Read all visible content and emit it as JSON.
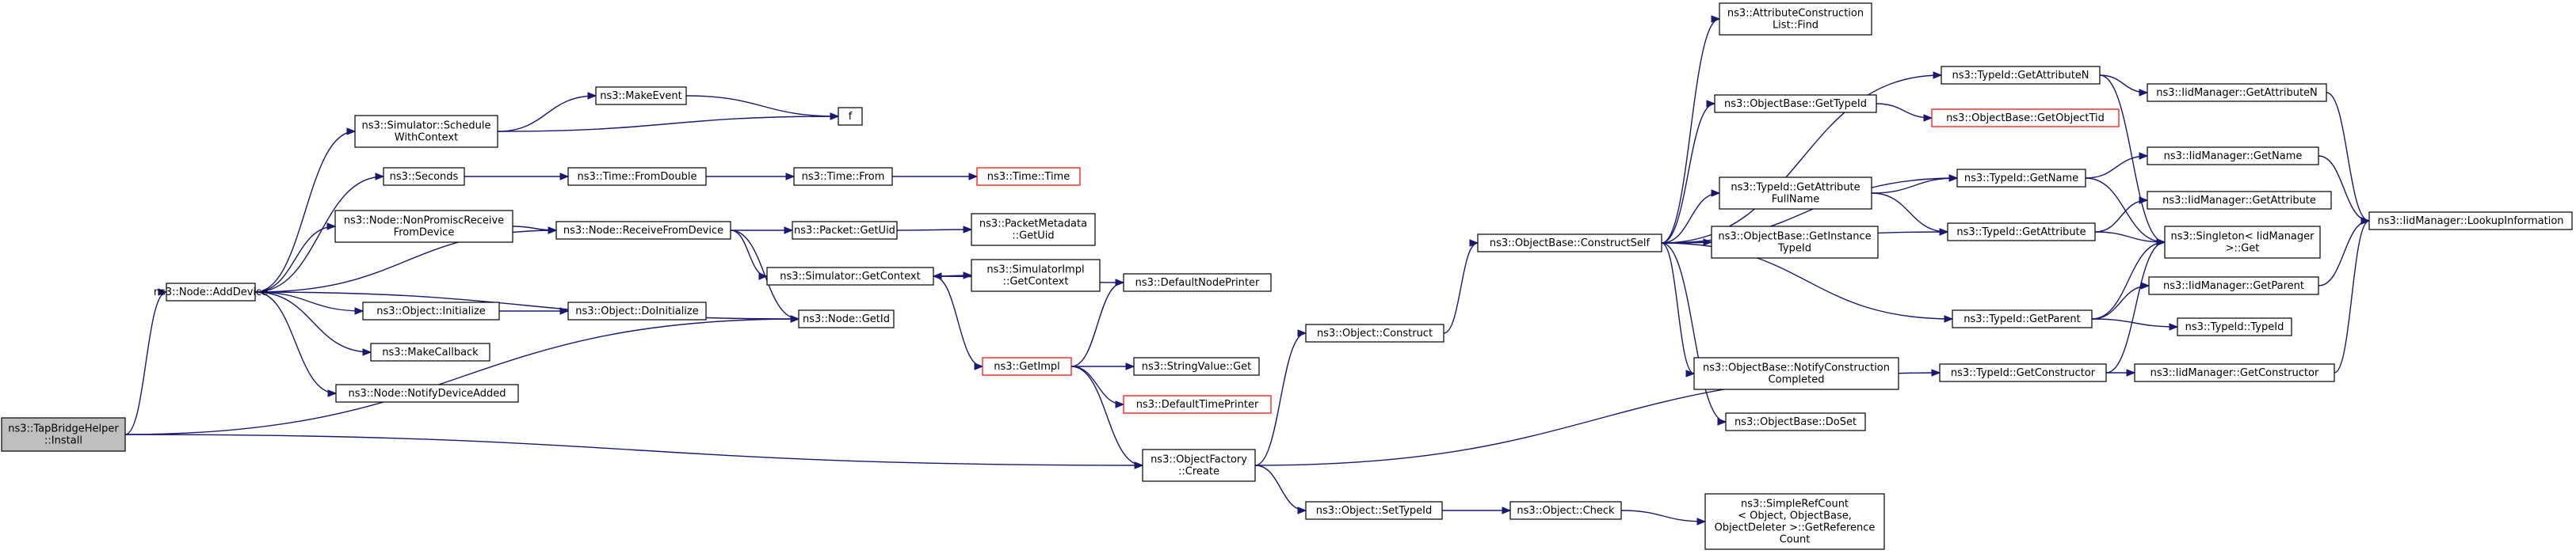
{
  "graph": {
    "colors": {
      "edge": "#191970",
      "normal_border": "#000000",
      "truncated_border": "#ff0000",
      "root_fill": "#bfbfbf",
      "fill": "#ffffff"
    },
    "nodes": [
      {
        "id": "install",
        "lines": [
          "ns3::TapBridgeHelper",
          "::Install"
        ],
        "root": true
      },
      {
        "id": "adddevice",
        "lines": [
          "ns3::Node::AddDevice"
        ]
      },
      {
        "id": "schedctx",
        "lines": [
          "ns3::Simulator::Schedule",
          "WithContext"
        ]
      },
      {
        "id": "makeevent",
        "lines": [
          "ns3::MakeEvent"
        ]
      },
      {
        "id": "f",
        "lines": [
          "f"
        ]
      },
      {
        "id": "seconds",
        "lines": [
          "ns3::Seconds"
        ]
      },
      {
        "id": "fromdouble",
        "lines": [
          "ns3::Time::FromDouble"
        ]
      },
      {
        "id": "timefrom",
        "lines": [
          "ns3::Time::From"
        ]
      },
      {
        "id": "timetime",
        "lines": [
          "ns3::Time::Time"
        ],
        "truncated": true
      },
      {
        "id": "nonpromisc",
        "lines": [
          "ns3::Node::NonPromiscReceive",
          "FromDevice"
        ]
      },
      {
        "id": "receivefrom",
        "lines": [
          "ns3::Node::ReceiveFromDevice"
        ]
      },
      {
        "id": "packetgetuid",
        "lines": [
          "ns3::Packet::GetUid"
        ]
      },
      {
        "id": "metagetuid",
        "lines": [
          "ns3::PacketMetadata",
          "::GetUid"
        ]
      },
      {
        "id": "simgetctx",
        "lines": [
          "ns3::Simulator::GetContext"
        ]
      },
      {
        "id": "simimplctx",
        "lines": [
          "ns3::SimulatorImpl",
          "::GetContext"
        ]
      },
      {
        "id": "objinit",
        "lines": [
          "ns3::Object::Initialize"
        ]
      },
      {
        "id": "objdoinit",
        "lines": [
          "ns3::Object::DoInitialize"
        ]
      },
      {
        "id": "nodegetid",
        "lines": [
          "ns3::Node::GetId"
        ]
      },
      {
        "id": "makecallback",
        "lines": [
          "ns3::MakeCallback"
        ]
      },
      {
        "id": "notifydev",
        "lines": [
          "ns3::Node::NotifyDeviceAdded"
        ]
      },
      {
        "id": "defnodeprinter",
        "lines": [
          "ns3::DefaultNodePrinter"
        ]
      },
      {
        "id": "getimpl",
        "lines": [
          "ns3::GetImpl"
        ],
        "truncated": true
      },
      {
        "id": "stringget",
        "lines": [
          "ns3::StringValue::Get"
        ]
      },
      {
        "id": "deftimeprinter",
        "lines": [
          "ns3::DefaultTimePrinter"
        ],
        "truncated": true
      },
      {
        "id": "objfactory",
        "lines": [
          "ns3::ObjectFactory",
          "::Create"
        ]
      },
      {
        "id": "objconstruct",
        "lines": [
          "ns3::Object::Construct"
        ]
      },
      {
        "id": "objsettypeid",
        "lines": [
          "ns3::Object::SetTypeId"
        ]
      },
      {
        "id": "objcheck",
        "lines": [
          "ns3::Object::Check"
        ]
      },
      {
        "id": "simpleref",
        "lines": [
          "ns3::SimpleRefCount",
          "< Object, ObjectBase,",
          "ObjectDeleter >::GetReference",
          "Count"
        ]
      },
      {
        "id": "constructself",
        "lines": [
          "ns3::ObjectBase::ConstructSelf"
        ]
      },
      {
        "id": "attrfind",
        "lines": [
          "ns3::AttributeConstruction",
          "List::Find"
        ]
      },
      {
        "id": "obgettypeid",
        "lines": [
          "ns3::ObjectBase::GetTypeId"
        ]
      },
      {
        "id": "obgetobjtid",
        "lines": [
          "ns3::ObjectBase::GetObjectTid"
        ],
        "truncated": true
      },
      {
        "id": "getattrfull",
        "lines": [
          "ns3::TypeId::GetAttribute",
          "FullName"
        ]
      },
      {
        "id": "obinstancetid",
        "lines": [
          "ns3::ObjectBase::GetInstance",
          "TypeId"
        ]
      },
      {
        "id": "notifyconstr",
        "lines": [
          "ns3::ObjectBase::NotifyConstruction",
          "Completed"
        ]
      },
      {
        "id": "doset",
        "lines": [
          "ns3::ObjectBase::DoSet"
        ]
      },
      {
        "id": "tidgetattrn",
        "lines": [
          "ns3::TypeId::GetAttributeN"
        ]
      },
      {
        "id": "tidgetname",
        "lines": [
          "ns3::TypeId::GetName"
        ]
      },
      {
        "id": "tidgetattr",
        "lines": [
          "ns3::TypeId::GetAttribute"
        ]
      },
      {
        "id": "tidgetparent",
        "lines": [
          "ns3::TypeId::GetParent"
        ]
      },
      {
        "id": "tidgetctor",
        "lines": [
          "ns3::TypeId::GetConstructor"
        ]
      },
      {
        "id": "singleton",
        "lines": [
          "ns3::Singleton< IidManager",
          ">::Get"
        ]
      },
      {
        "id": "iidattrn",
        "lines": [
          "ns3::IidManager::GetAttributeN"
        ]
      },
      {
        "id": "iidname",
        "lines": [
          "ns3::IidManager::GetName"
        ]
      },
      {
        "id": "iidattr",
        "lines": [
          "ns3::IidManager::GetAttribute"
        ]
      },
      {
        "id": "iidparent",
        "lines": [
          "ns3::IidManager::GetParent"
        ]
      },
      {
        "id": "tidtypeid",
        "lines": [
          "ns3::TypeId::TypeId"
        ]
      },
      {
        "id": "iidctor",
        "lines": [
          "ns3::IidManager::GetConstructor"
        ]
      },
      {
        "id": "lookup",
        "lines": [
          "ns3::IidManager::LookupInformation"
        ]
      }
    ],
    "edges": [
      [
        "install",
        "adddevice"
      ],
      [
        "install",
        "nodegetid"
      ],
      [
        "install",
        "objfactory"
      ],
      [
        "adddevice",
        "schedctx"
      ],
      [
        "adddevice",
        "seconds"
      ],
      [
        "adddevice",
        "nonpromisc"
      ],
      [
        "adddevice",
        "receivefrom"
      ],
      [
        "adddevice",
        "nodegetid"
      ],
      [
        "adddevice",
        "objinit"
      ],
      [
        "adddevice",
        "makecallback"
      ],
      [
        "adddevice",
        "notifydev"
      ],
      [
        "schedctx",
        "makeevent"
      ],
      [
        "schedctx",
        "f"
      ],
      [
        "makeevent",
        "f"
      ],
      [
        "seconds",
        "fromdouble"
      ],
      [
        "fromdouble",
        "timefrom"
      ],
      [
        "timefrom",
        "timetime"
      ],
      [
        "nonpromisc",
        "receivefrom"
      ],
      [
        "receivefrom",
        "packetgetuid"
      ],
      [
        "receivefrom",
        "simgetctx"
      ],
      [
        "receivefrom",
        "nodegetid"
      ],
      [
        "packetgetuid",
        "metagetuid"
      ],
      [
        "simgetctx",
        "simimplctx"
      ],
      [
        "simgetctx",
        "getimpl"
      ],
      [
        "defnodeprinter",
        "simgetctx"
      ],
      [
        "objinit",
        "objdoinit"
      ],
      [
        "getimpl",
        "defnodeprinter"
      ],
      [
        "getimpl",
        "stringget"
      ],
      [
        "getimpl",
        "deftimeprinter"
      ],
      [
        "getimpl",
        "objfactory"
      ],
      [
        "objfactory",
        "objconstruct"
      ],
      [
        "objfactory",
        "objsettypeid"
      ],
      [
        "objfactory",
        "tidgetctor"
      ],
      [
        "objconstruct",
        "constructself"
      ],
      [
        "objsettypeid",
        "objcheck"
      ],
      [
        "objcheck",
        "simpleref"
      ],
      [
        "constructself",
        "attrfind"
      ],
      [
        "constructself",
        "obgettypeid"
      ],
      [
        "constructself",
        "getattrfull"
      ],
      [
        "constructself",
        "obinstancetid"
      ],
      [
        "constructself",
        "notifyconstr"
      ],
      [
        "constructself",
        "doset"
      ],
      [
        "constructself",
        "tidgetattrn"
      ],
      [
        "constructself",
        "tidgetname"
      ],
      [
        "constructself",
        "tidgetattr"
      ],
      [
        "constructself",
        "tidgetparent"
      ],
      [
        "obgettypeid",
        "obgetobjtid"
      ],
      [
        "getattrfull",
        "tidgetname"
      ],
      [
        "getattrfull",
        "tidgetattr"
      ],
      [
        "tidgetattrn",
        "iidattrn"
      ],
      [
        "tidgetattrn",
        "singleton"
      ],
      [
        "tidgetname",
        "iidname"
      ],
      [
        "tidgetname",
        "singleton"
      ],
      [
        "tidgetattr",
        "iidattr"
      ],
      [
        "tidgetattr",
        "singleton"
      ],
      [
        "tidgetparent",
        "iidparent"
      ],
      [
        "tidgetparent",
        "singleton"
      ],
      [
        "tidgetparent",
        "tidtypeid"
      ],
      [
        "tidgetctor",
        "iidctor"
      ],
      [
        "tidgetctor",
        "singleton"
      ],
      [
        "iidattrn",
        "lookup"
      ],
      [
        "iidname",
        "lookup"
      ],
      [
        "iidparent",
        "lookup"
      ],
      [
        "iidctor",
        "lookup"
      ]
    ]
  }
}
